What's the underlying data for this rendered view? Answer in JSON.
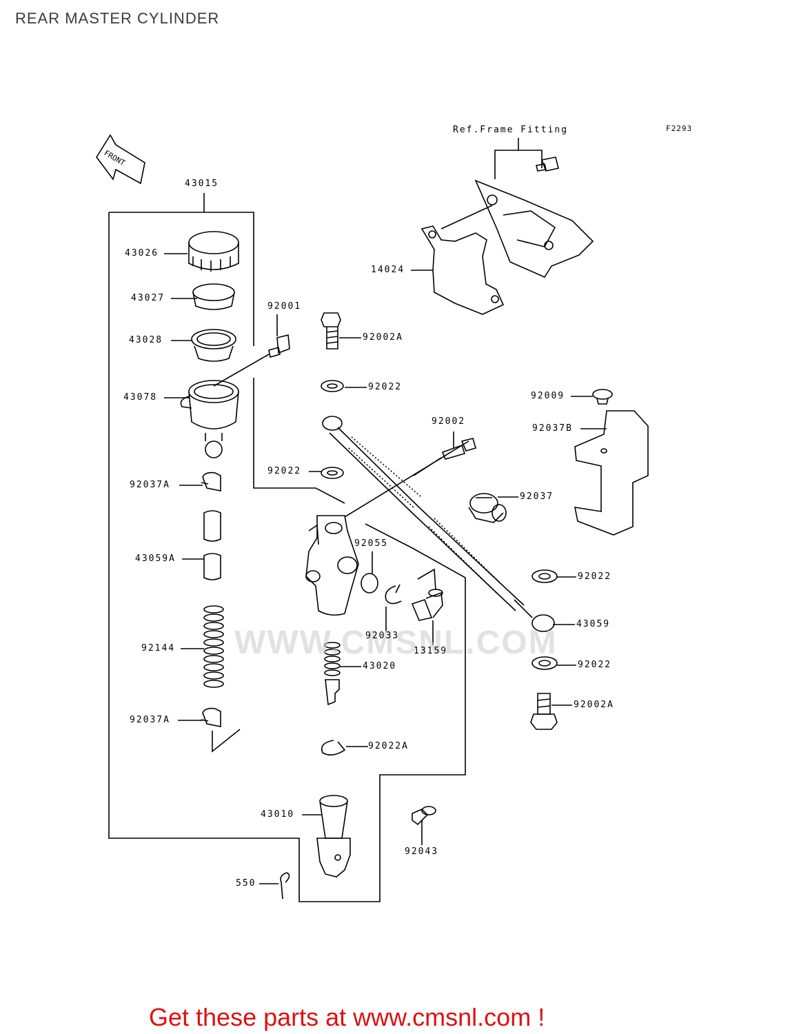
{
  "page": {
    "title": "REAR MASTER CYLINDER"
  },
  "diagram": {
    "figure_code": "F2293",
    "ref_note": "Ref.Frame Fitting",
    "front_arrow_text": "FRONT",
    "watermark": "WWW.CMSNL.COM",
    "parts": [
      "43015",
      "43026",
      "43027",
      "43028",
      "43078",
      "92001",
      "92002A",
      "92022",
      "92002",
      "92022",
      "92037A",
      "43059A",
      "92144",
      "92037A",
      "14024",
      "92009",
      "92037B",
      "92037",
      "92055",
      "92033",
      "13159",
      "92022",
      "43059",
      "43020",
      "92022",
      "92002A",
      "92022A",
      "43010",
      "92043",
      "550"
    ]
  },
  "footer": {
    "link_text": "Get these parts at www.cmsnl.com !",
    "link_color": "#dd1111"
  }
}
